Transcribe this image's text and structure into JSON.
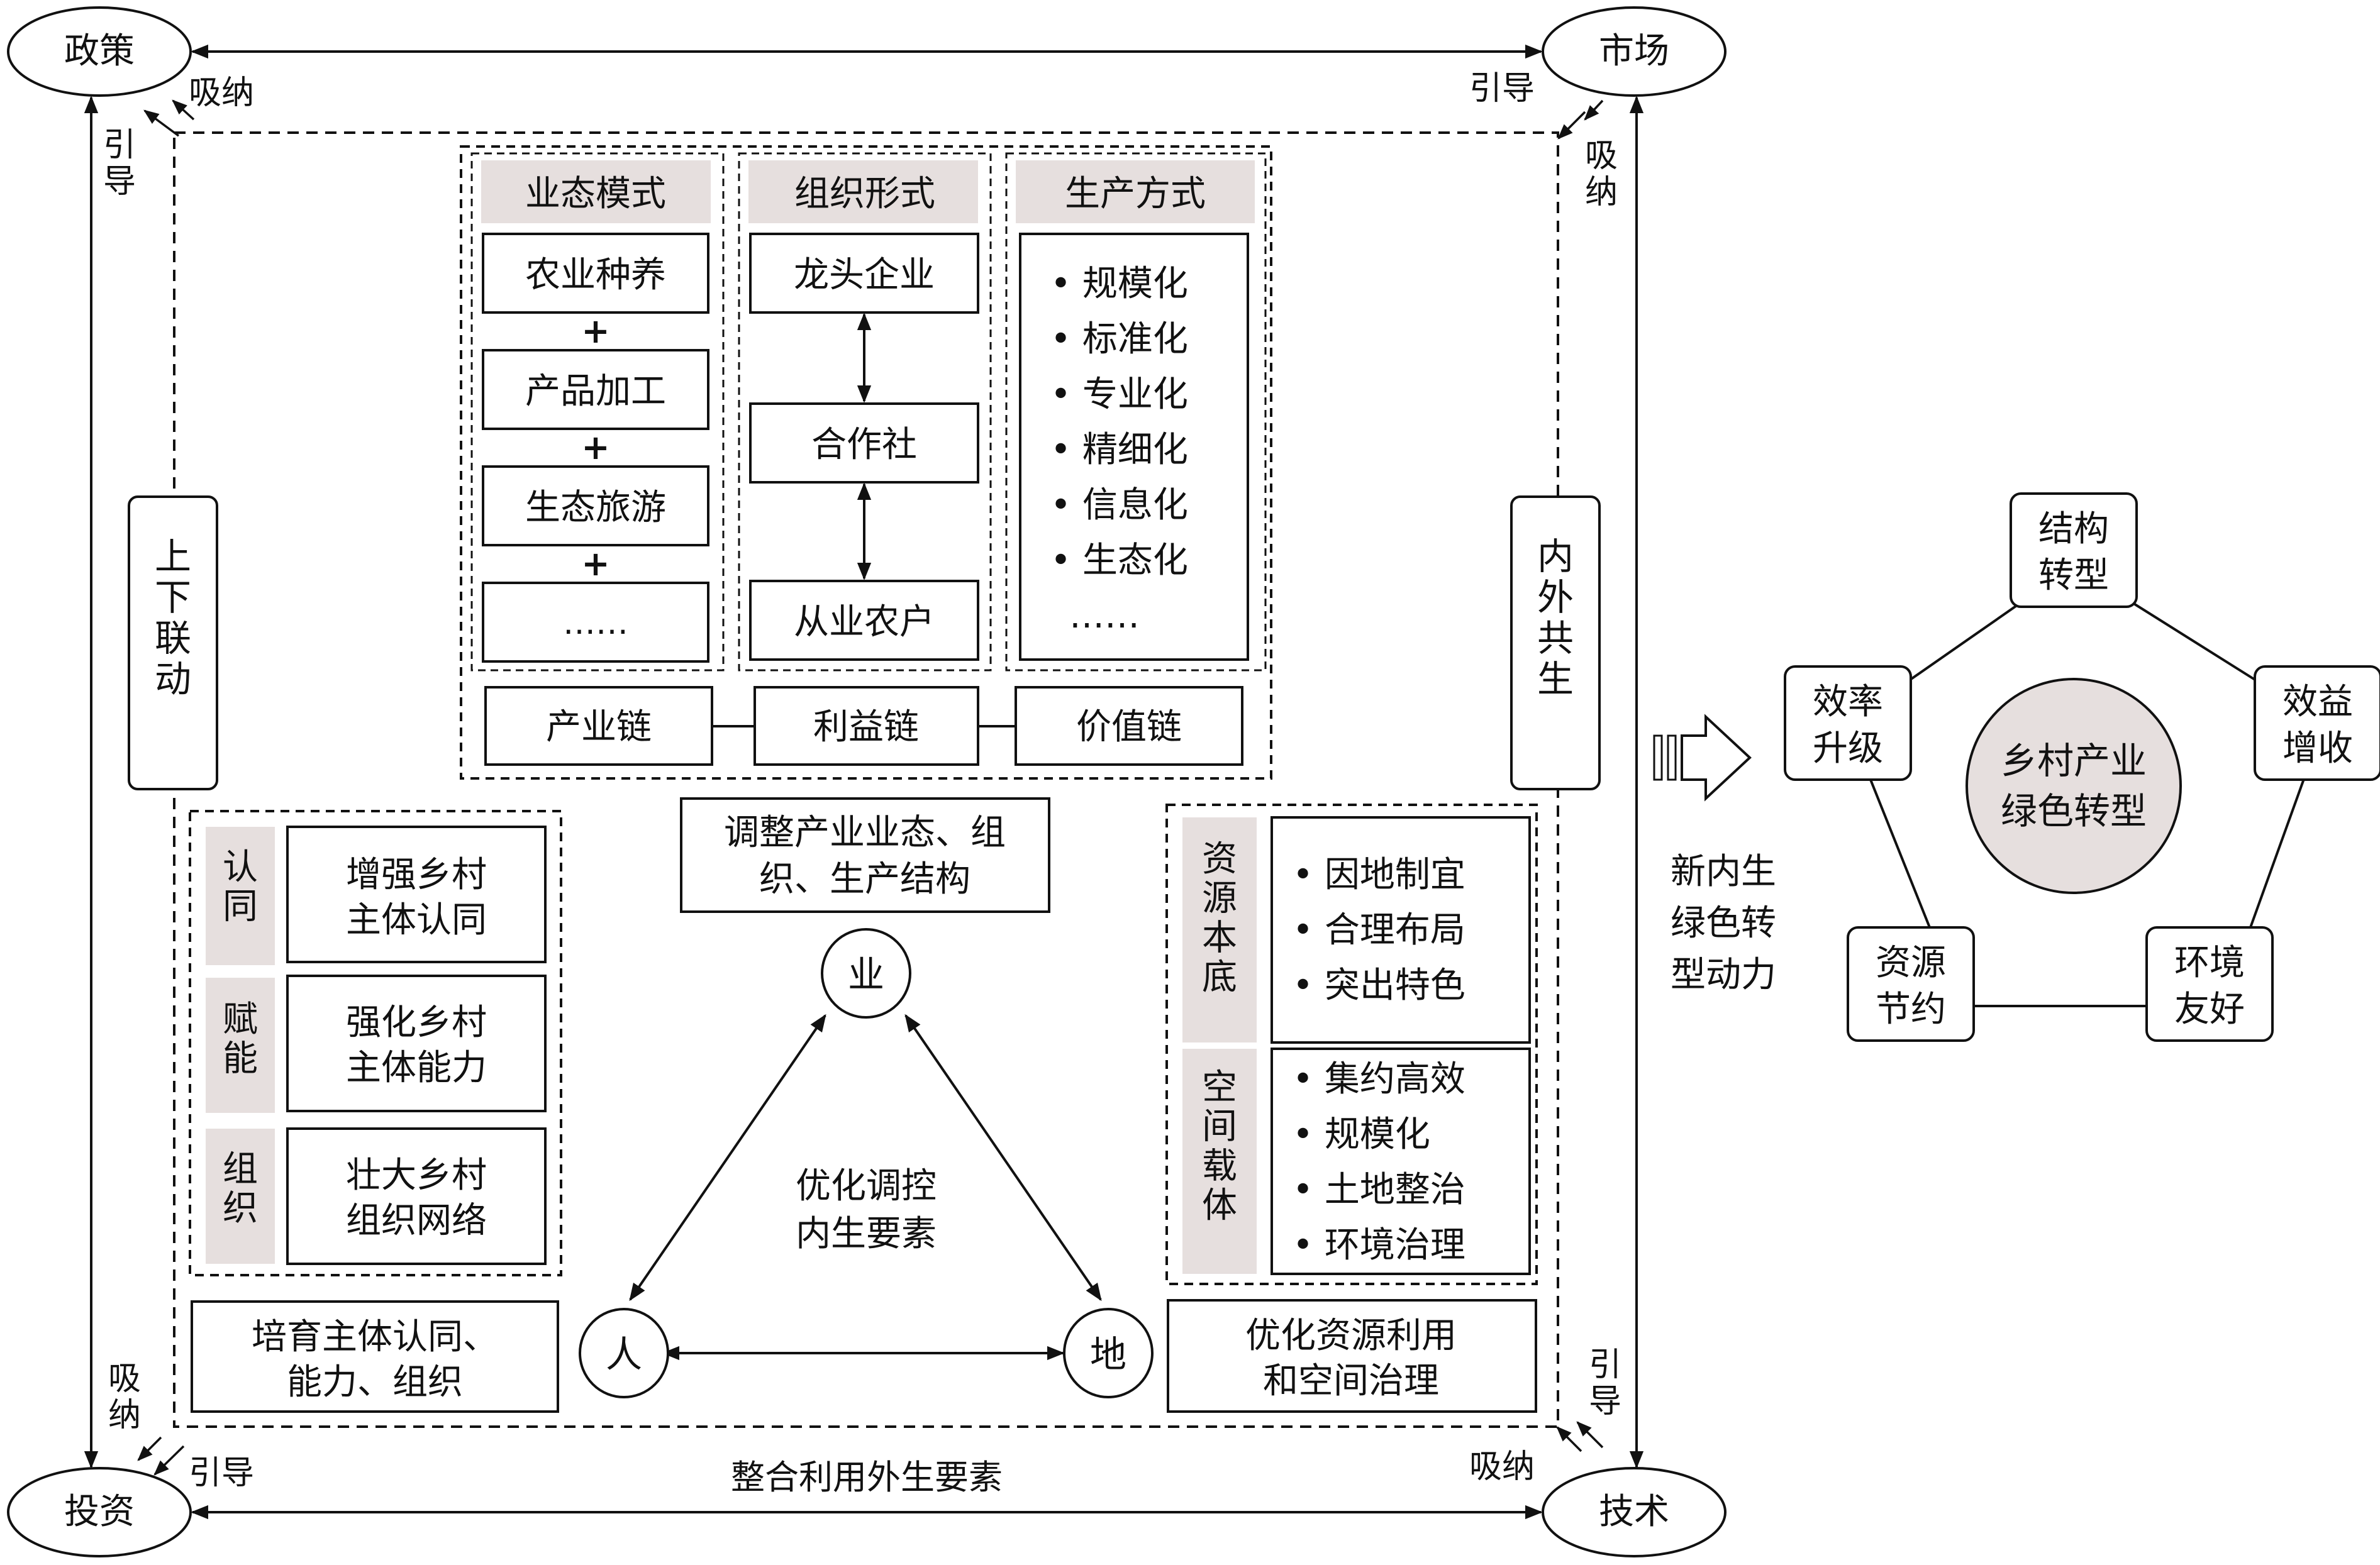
{
  "corners": {
    "policy": "政策",
    "market": "市场",
    "investment": "投资",
    "technology": "技术"
  },
  "edge_labels": {
    "absorb": "吸纳",
    "guide": "引导",
    "integrate": "整合利用外生要素"
  },
  "side_boxes": {
    "left": "上下联动",
    "right": "内外共生"
  },
  "industry_panel": {
    "format": {
      "header": "业态模式",
      "items": [
        "农业种养",
        "产品加工",
        "生态旅游",
        "……"
      ],
      "connector": "+"
    },
    "organization": {
      "header": "组织形式",
      "items": [
        "龙头企业",
        "合作社",
        "从业农户"
      ]
    },
    "production": {
      "header": "生产方式",
      "items": [
        "规模化",
        "标准化",
        "专业化",
        "精细化",
        "信息化",
        "生态化",
        "……"
      ]
    },
    "chains": [
      "产业链",
      "利益链",
      "价值链"
    ]
  },
  "subject_panel": {
    "rows": [
      {
        "tag": "认同",
        "text": "增强乡村主体认同"
      },
      {
        "tag": "赋能",
        "text": "强化乡村主体能力"
      },
      {
        "tag": "组织",
        "text": "壮大乡村组织网络"
      }
    ],
    "summary": "培育主体认同、能力、组织"
  },
  "land_panel": {
    "resource": {
      "tag": "资源本底",
      "items": [
        "因地制宜",
        "合理布局",
        "突出特色"
      ]
    },
    "space": {
      "tag": "空间载体",
      "items": [
        "集约高效",
        "规模化",
        "土地整治",
        "环境治理"
      ]
    },
    "summary": "优化资源利用和空间治理"
  },
  "triangle": {
    "adjust_text": "调整产业业态、组织、生产结构",
    "industry": "业",
    "people": "人",
    "land": "地",
    "center_text": "优化调控内生要素"
  },
  "outcome": {
    "arrow_text": "新内生绿色转型动力",
    "center": "乡村产业绿色转型",
    "nodes": [
      "结构转型",
      "效益增收",
      "环境友好",
      "资源节约",
      "效率升级"
    ]
  }
}
